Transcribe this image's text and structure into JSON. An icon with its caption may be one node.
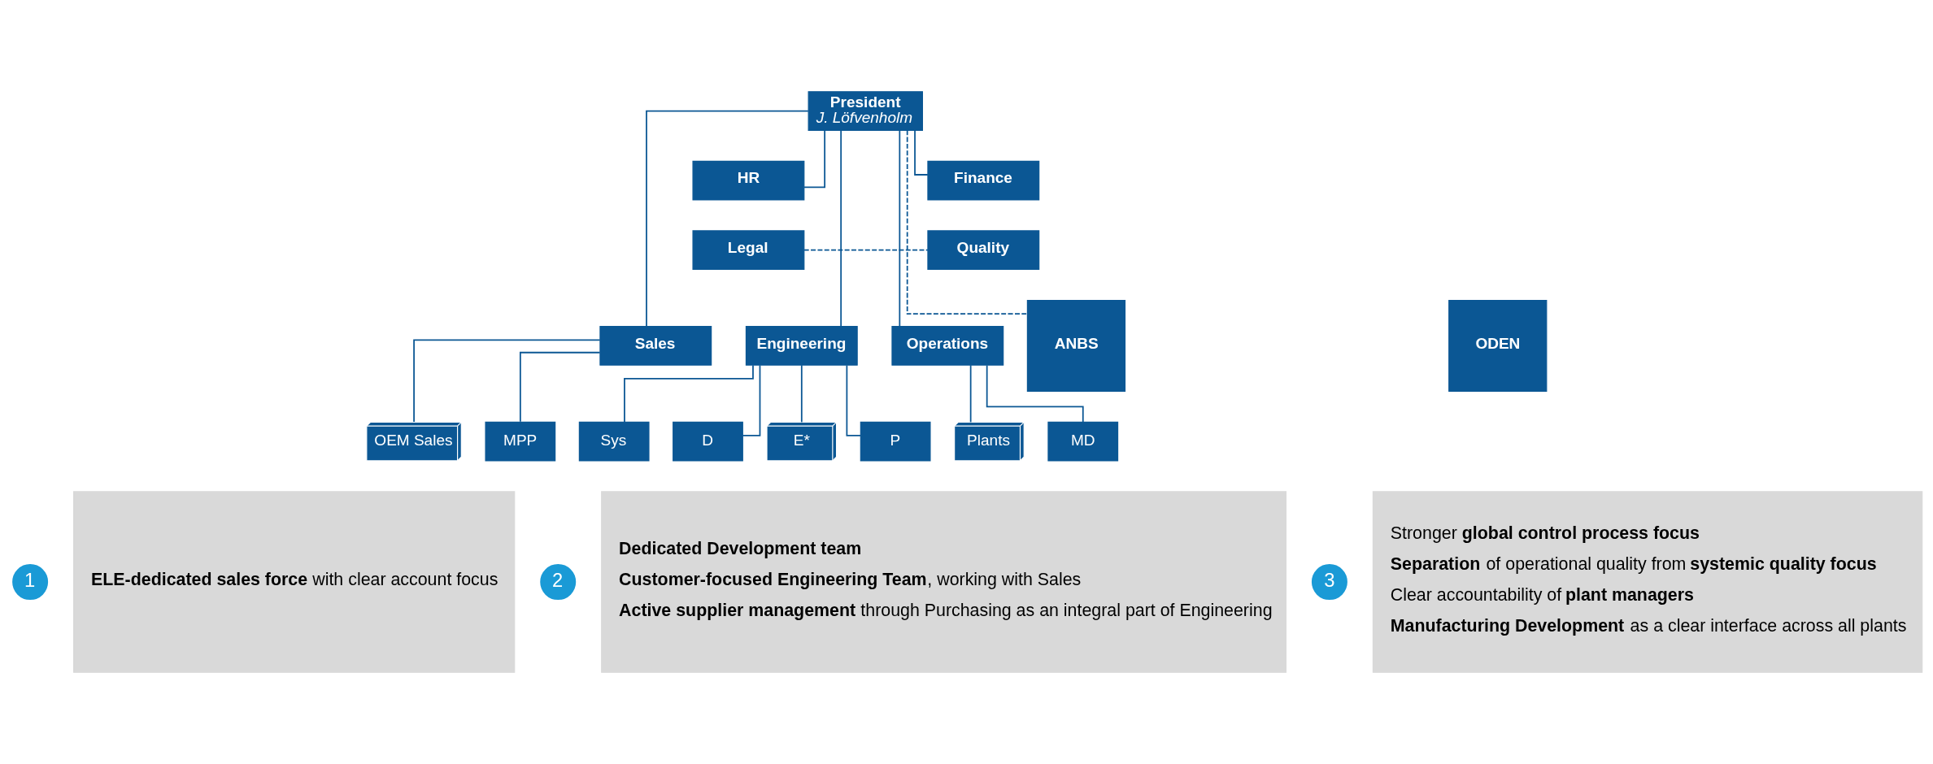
{
  "diagram": {
    "nodes": [
      {
        "text": [
          "President",
          "J. Löfvenholm"
        ]
      },
      {
        "text": [
          "HR"
        ]
      },
      {
        "text": [
          "Finance"
        ]
      },
      {
        "text": [
          "Legal"
        ]
      },
      {
        "text": [
          "Quality"
        ]
      },
      {
        "text": [
          "Sales"
        ]
      },
      {
        "text": [
          "Engineering"
        ]
      },
      {
        "text": [
          "Operations"
        ]
      },
      {
        "text": [
          "ANBS"
        ]
      },
      {
        "text": [
          "ODEN"
        ]
      },
      {
        "text": [
          "OEM Sales"
        ]
      },
      {
        "text": [
          "MPP"
        ]
      },
      {
        "text": [
          "Sys"
        ]
      },
      {
        "text": [
          "D"
        ]
      },
      {
        "text": [
          "E*"
        ]
      },
      {
        "text": [
          "P"
        ]
      },
      {
        "text": [
          "Plants"
        ]
      },
      {
        "text": [
          "MD"
        ]
      },
      {
        "text": [
          "1"
        ]
      },
      {
        "text": [
          "**ELE-dedicated sales force** with clear account focus"
        ]
      },
      {
        "text": [
          "2"
        ]
      },
      {
        "text": [
          "**Dedicated Development team**",
          "**Customer-focused Engineering Team**, working with Sales",
          "**Active supplier management** through Purchasing as an integral part of Engineering"
        ]
      },
      {
        "text": [
          "3"
        ]
      },
      {
        "text": [
          "Stronger **global control process focus**",
          "**Separation** of operational quality from **systemic quality focus**",
          "Clear accountability of **plant managers**",
          "**Manufacturing Development** as a clear interface across all plants"
        ]
      }
    ],
    "edges": [
      {
        "from": 0,
        "to": 1,
        "arrow": "none"
      },
      {
        "from": 0,
        "to": 2,
        "arrow": "none"
      },
      {
        "from": 3,
        "to": 4,
        "arrow": "none",
        "style": "dashed"
      },
      {
        "from": 0,
        "to": 5,
        "arrow": "none"
      },
      {
        "from": 0,
        "to": 6,
        "arrow": "none"
      },
      {
        "from": 0,
        "to": 7,
        "arrow": "none"
      },
      {
        "from": 0,
        "to": 8,
        "arrow": "none",
        "style": "dashed"
      },
      {
        "from": 5,
        "to": 10,
        "arrow": "none"
      },
      {
        "from": 5,
        "to": 11,
        "arrow": "none"
      },
      {
        "from": 6,
        "to": 12,
        "arrow": "none"
      },
      {
        "from": 6,
        "to": 13,
        "arrow": "none"
      },
      {
        "from": 6,
        "to": 14,
        "arrow": "none"
      },
      {
        "from": 6,
        "to": 15,
        "arrow": "none"
      },
      {
        "from": 7,
        "to": 16,
        "arrow": "none"
      },
      {
        "from": 7,
        "to": 17,
        "arrow": "none"
      }
    ]
  }
}
